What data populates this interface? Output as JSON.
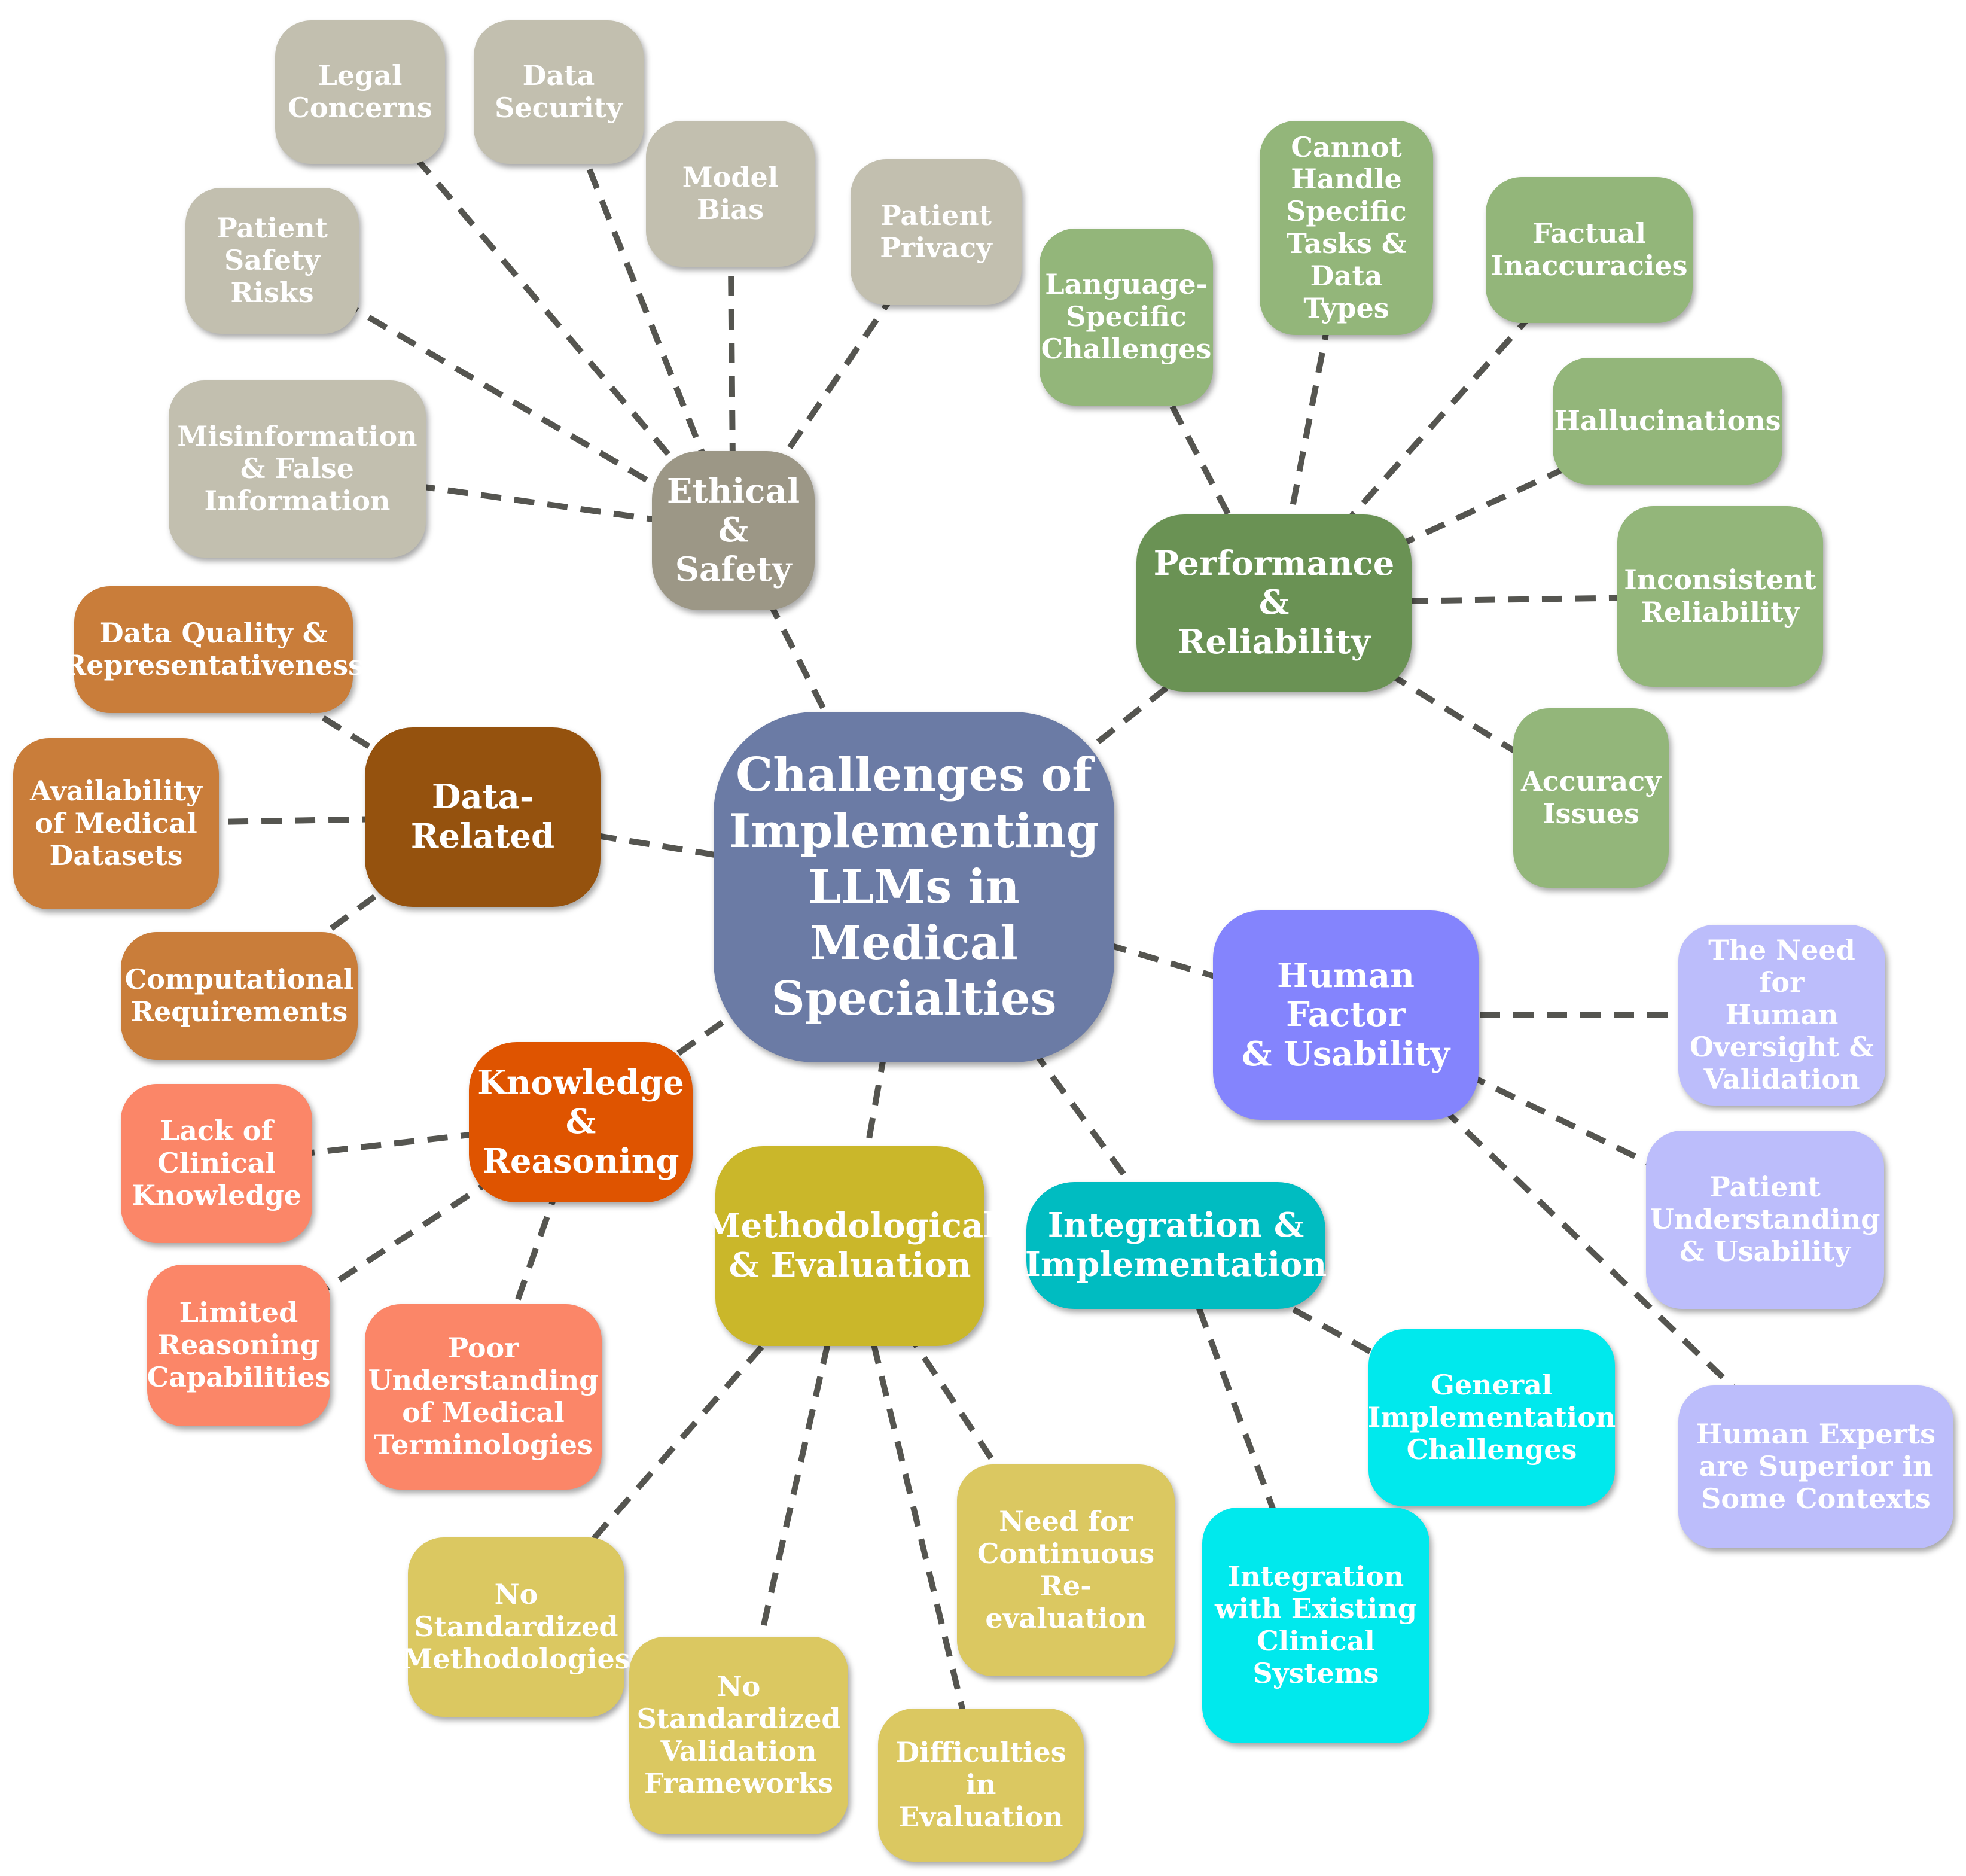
{
  "center": {
    "label": "Challenges of\nImplementing\nLLMs in\nMedical\nSpecialties",
    "color": "#6b7ba5"
  },
  "categories": {
    "ethical": {
      "label": "Ethical\n& Safety",
      "color": "#9c9786",
      "leaf_color": "#c2bfaf",
      "items": [
        "Legal\nConcerns",
        "Data\nSecurity",
        "Model\nBias",
        "Patient\nPrivacy",
        "Patient\nSafety\nRisks",
        "Misinformation\n& False\nInformation"
      ]
    },
    "performance": {
      "label": "Performance &\nReliability",
      "color": "#6a9254",
      "leaf_color": "#93b67a",
      "items": [
        "Language-\nSpecific\nChallenges",
        "Cannot\nHandle\nSpecific\nTasks &\nData Types",
        "Factual\nInaccuracies",
        "Hallucinations",
        "Inconsistent\nReliability",
        "Accuracy\nIssues"
      ]
    },
    "data": {
      "label": "Data-Related",
      "color": "#95520e",
      "leaf_color": "#c97d3a",
      "items": [
        "Data Quality &\nRepresentativeness",
        "Availability\nof Medical\nDatasets",
        "Computational\nRequirements"
      ]
    },
    "knowledge": {
      "label": "Knowledge\n&\nReasoning",
      "color": "#df5400",
      "leaf_color": "#fb8668",
      "items": [
        "Lack of\nClinical\nKnowledge",
        "Limited\nReasoning\nCapabilities",
        "Poor\nUnderstanding\nof Medical\nTerminologies"
      ]
    },
    "methodological": {
      "label": "Methodological\n& Evaluation",
      "color": "#cab72a",
      "leaf_color": "#dbc861",
      "items": [
        "No\nStandardized\nMethodologies",
        "No\nStandardized\nValidation\nFrameworks",
        "Difficulties in\nEvaluation",
        "Need for\nContinuous\nRe-evaluation"
      ]
    },
    "integration": {
      "label": "Integration &\nImplementation",
      "color": "#00bcc1",
      "leaf_color": "#00e9ed",
      "items": [
        "General\nImplementation\nChallenges",
        "Integration\nwith Existing\nClinical\nSystems"
      ]
    },
    "human": {
      "label": "Human Factor\n& Usability",
      "color": "#8484fd",
      "leaf_color": "#bcbdfb",
      "items": [
        "The Need for\nHuman\nOversight &\nValidation",
        "Patient\nUnderstanding\n& Usability",
        "Human Experts\nare Superior in\nSome Contexts"
      ]
    }
  }
}
